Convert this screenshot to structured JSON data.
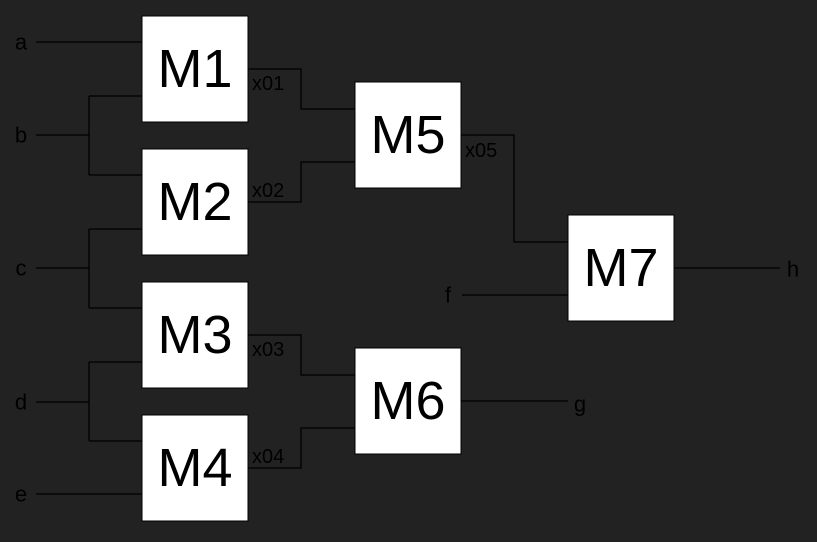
{
  "diagram": {
    "background": "#222222",
    "line_color": "#000000",
    "modules": [
      {
        "id": "m1",
        "label": "M1"
      },
      {
        "id": "m2",
        "label": "M2"
      },
      {
        "id": "m3",
        "label": "M3"
      },
      {
        "id": "m4",
        "label": "M4"
      },
      {
        "id": "m5",
        "label": "M5"
      },
      {
        "id": "m6",
        "label": "M6"
      },
      {
        "id": "m7",
        "label": "M7"
      }
    ],
    "inputs": [
      {
        "id": "a",
        "label": "a"
      },
      {
        "id": "b",
        "label": "b"
      },
      {
        "id": "c",
        "label": "c"
      },
      {
        "id": "d",
        "label": "d"
      },
      {
        "id": "e",
        "label": "e"
      },
      {
        "id": "f",
        "label": "f"
      }
    ],
    "outputs": [
      {
        "id": "g",
        "label": "g"
      },
      {
        "id": "h",
        "label": "h"
      }
    ],
    "nets": [
      {
        "id": "x01",
        "label": "x01"
      },
      {
        "id": "x02",
        "label": "x02"
      },
      {
        "id": "x03",
        "label": "x03"
      },
      {
        "id": "x04",
        "label": "x04"
      },
      {
        "id": "x05",
        "label": "x05"
      }
    ]
  }
}
